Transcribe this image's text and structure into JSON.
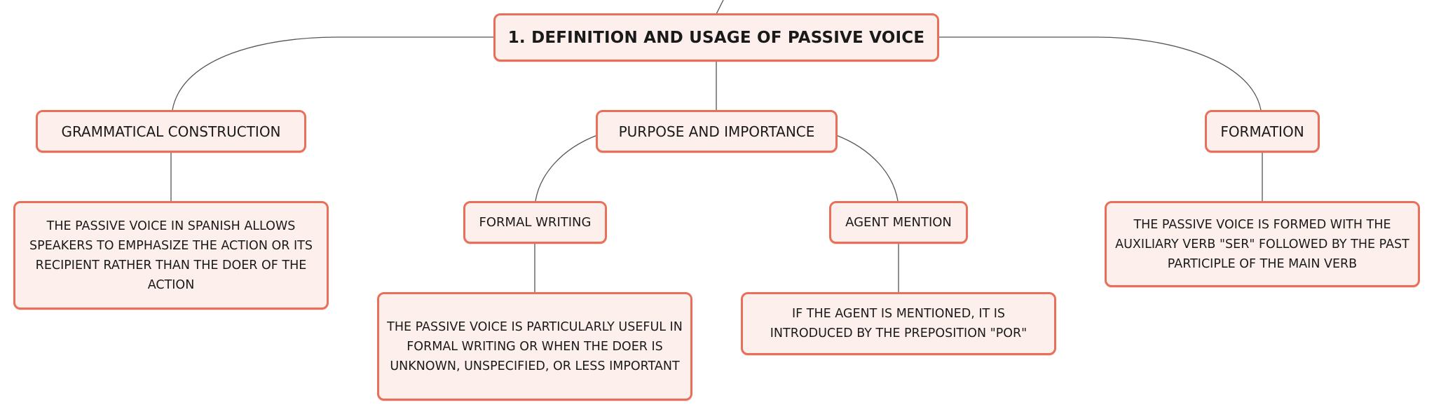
{
  "diagram": {
    "root": {
      "label": "1. DEFINITION AND USAGE OF PASSIVE VOICE"
    },
    "grammatical": {
      "label": "GRAMMATICAL CONSTRUCTION",
      "detail": "THE PASSIVE VOICE IN SPANISH ALLOWS SPEAKERS TO EMPHASIZE THE ACTION OR ITS RECIPIENT RATHER THAN THE DOER OF THE ACTION"
    },
    "purpose": {
      "label": "PURPOSE AND IMPORTANCE",
      "formal": {
        "label": "FORMAL WRITING",
        "detail": "THE PASSIVE VOICE IS PARTICULARLY USEFUL IN FORMAL WRITING OR WHEN THE DOER IS UNKNOWN, UNSPECIFIED, OR LESS IMPORTANT"
      },
      "agent": {
        "label": "AGENT MENTION",
        "detail": "IF THE AGENT IS MENTIONED, IT IS INTRODUCED BY THE PREPOSITION \"POR\""
      }
    },
    "formation": {
      "label": "FORMATION",
      "detail": "THE PASSIVE VOICE IS FORMED WITH THE AUXILIARY VERB \"SER\" FOLLOWED BY THE PAST PARTICIPLE OF THE MAIN VERB"
    },
    "colors": {
      "node_border": "#e8705a",
      "node_fill": "#fdf0ec",
      "connector": "#555555",
      "text": "#1a1a1a"
    }
  }
}
